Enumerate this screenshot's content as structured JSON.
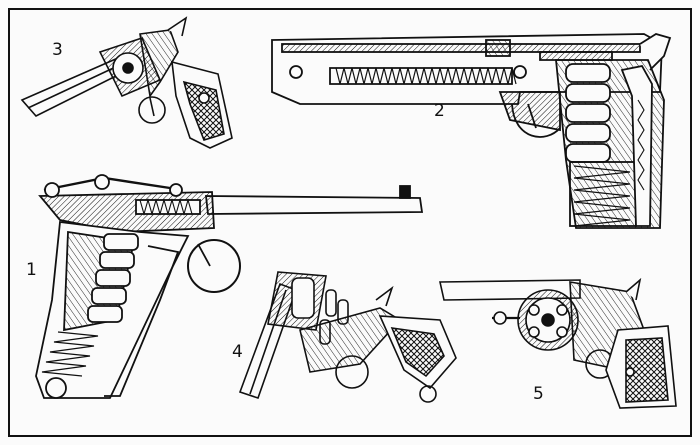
{
  "figure": {
    "labels": {
      "one": "1",
      "two": "2",
      "three": "3",
      "four": "4",
      "five": "5"
    }
  },
  "colors": {
    "ink": "#111111",
    "paper": "#fbfbfb"
  }
}
